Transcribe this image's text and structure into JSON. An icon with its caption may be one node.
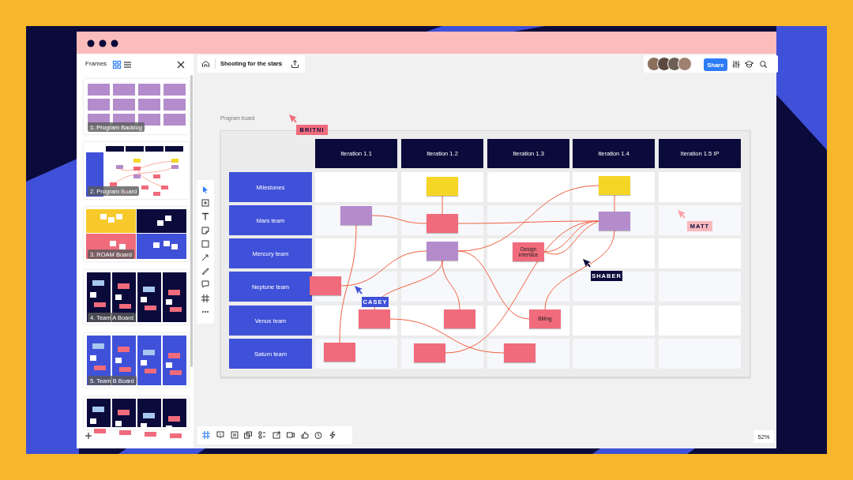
{
  "diagram": {
    "nodes": [
      {
        "text": [
          "Program board"
        ]
      },
      {
        "text": [
          "Iteration 1.1"
        ],
        "in": 0
      },
      {
        "text": [
          "Iteration 1.2"
        ],
        "in": 0
      },
      {
        "text": [
          "Iteration 1.3"
        ],
        "in": 0
      },
      {
        "text": [
          "Iteration 1.4"
        ],
        "in": 0
      },
      {
        "text": [
          "Iteration 1.5 IP"
        ],
        "in": 0
      },
      {
        "text": [
          "Milestones"
        ],
        "in": 0
      },
      {
        "text": [],
        "shape": "box",
        "in": 0
      },
      {
        "text": [],
        "shape": "box",
        "in": 0
      },
      {
        "text": [
          "Mars team"
        ],
        "in": 0
      },
      {
        "text": [],
        "shape": "box",
        "in": 0
      },
      {
        "text": [],
        "shape": "box",
        "in": 0
      },
      {
        "text": [],
        "shape": "box",
        "in": 0
      },
      {
        "text": [
          "Mercury team"
        ],
        "in": 0
      },
      {
        "text": [],
        "shape": "box",
        "in": 0
      },
      {
        "text": [
          "Design interface"
        ],
        "in": 0
      },
      {
        "text": [
          "Neptune team"
        ],
        "in": 0
      },
      {
        "text": [],
        "shape": "box",
        "in": 0
      },
      {
        "text": [
          "Venus team"
        ],
        "in": 0
      },
      {
        "text": [],
        "shape": "box",
        "in": 0
      },
      {
        "text": [],
        "shape": "box",
        "in": 0
      },
      {
        "text": [
          "Billing"
        ],
        "in": 0
      },
      {
        "text": [
          "Saturn team"
        ],
        "in": 0
      },
      {
        "text": [],
        "shape": "box",
        "in": 0
      },
      {
        "text": [],
        "shape": "box",
        "in": 0
      },
      {
        "text": [],
        "shape": "box",
        "in": 0
      }
    ],
    "edges": [
      {
        "from": 7,
        "to": 11,
        "arrow": "none"
      },
      {
        "from": 10,
        "to": 11,
        "arrow": "none"
      },
      {
        "from": 11,
        "to": 12,
        "arrow": "none"
      },
      {
        "from": 8,
        "to": 12,
        "arrow": "none"
      },
      {
        "from": 10,
        "to": 23,
        "arrow": "none"
      },
      {
        "from": 17,
        "to": 14,
        "arrow": "none"
      },
      {
        "from": 14,
        "to": 8,
        "arrow": "none"
      },
      {
        "from": 15,
        "to": 12,
        "arrow": "none"
      },
      {
        "from": 15,
        "to": 12,
        "arrow": "none"
      },
      {
        "from": 14,
        "to": 20,
        "arrow": "none"
      },
      {
        "from": 14,
        "to": 21,
        "arrow": "none"
      },
      {
        "from": 19,
        "to": 14,
        "arrow": "none"
      },
      {
        "from": 19,
        "to": 25,
        "arrow": "none"
      },
      {
        "from": 24,
        "to": 12,
        "arrow": "none"
      },
      {
        "from": 21,
        "to": 12,
        "arrow": "none"
      }
    ],
    "labels": [
      "Frames",
      "Shooting for the stars",
      "Share",
      "1. Program Backlog",
      "2. Program Board",
      "3. ROAM Board",
      "4. Team A Board",
      "5. Team B Board",
      "BRITNI",
      "MATT",
      "SHABER",
      "CASEY",
      "52%"
    ]
  }
}
